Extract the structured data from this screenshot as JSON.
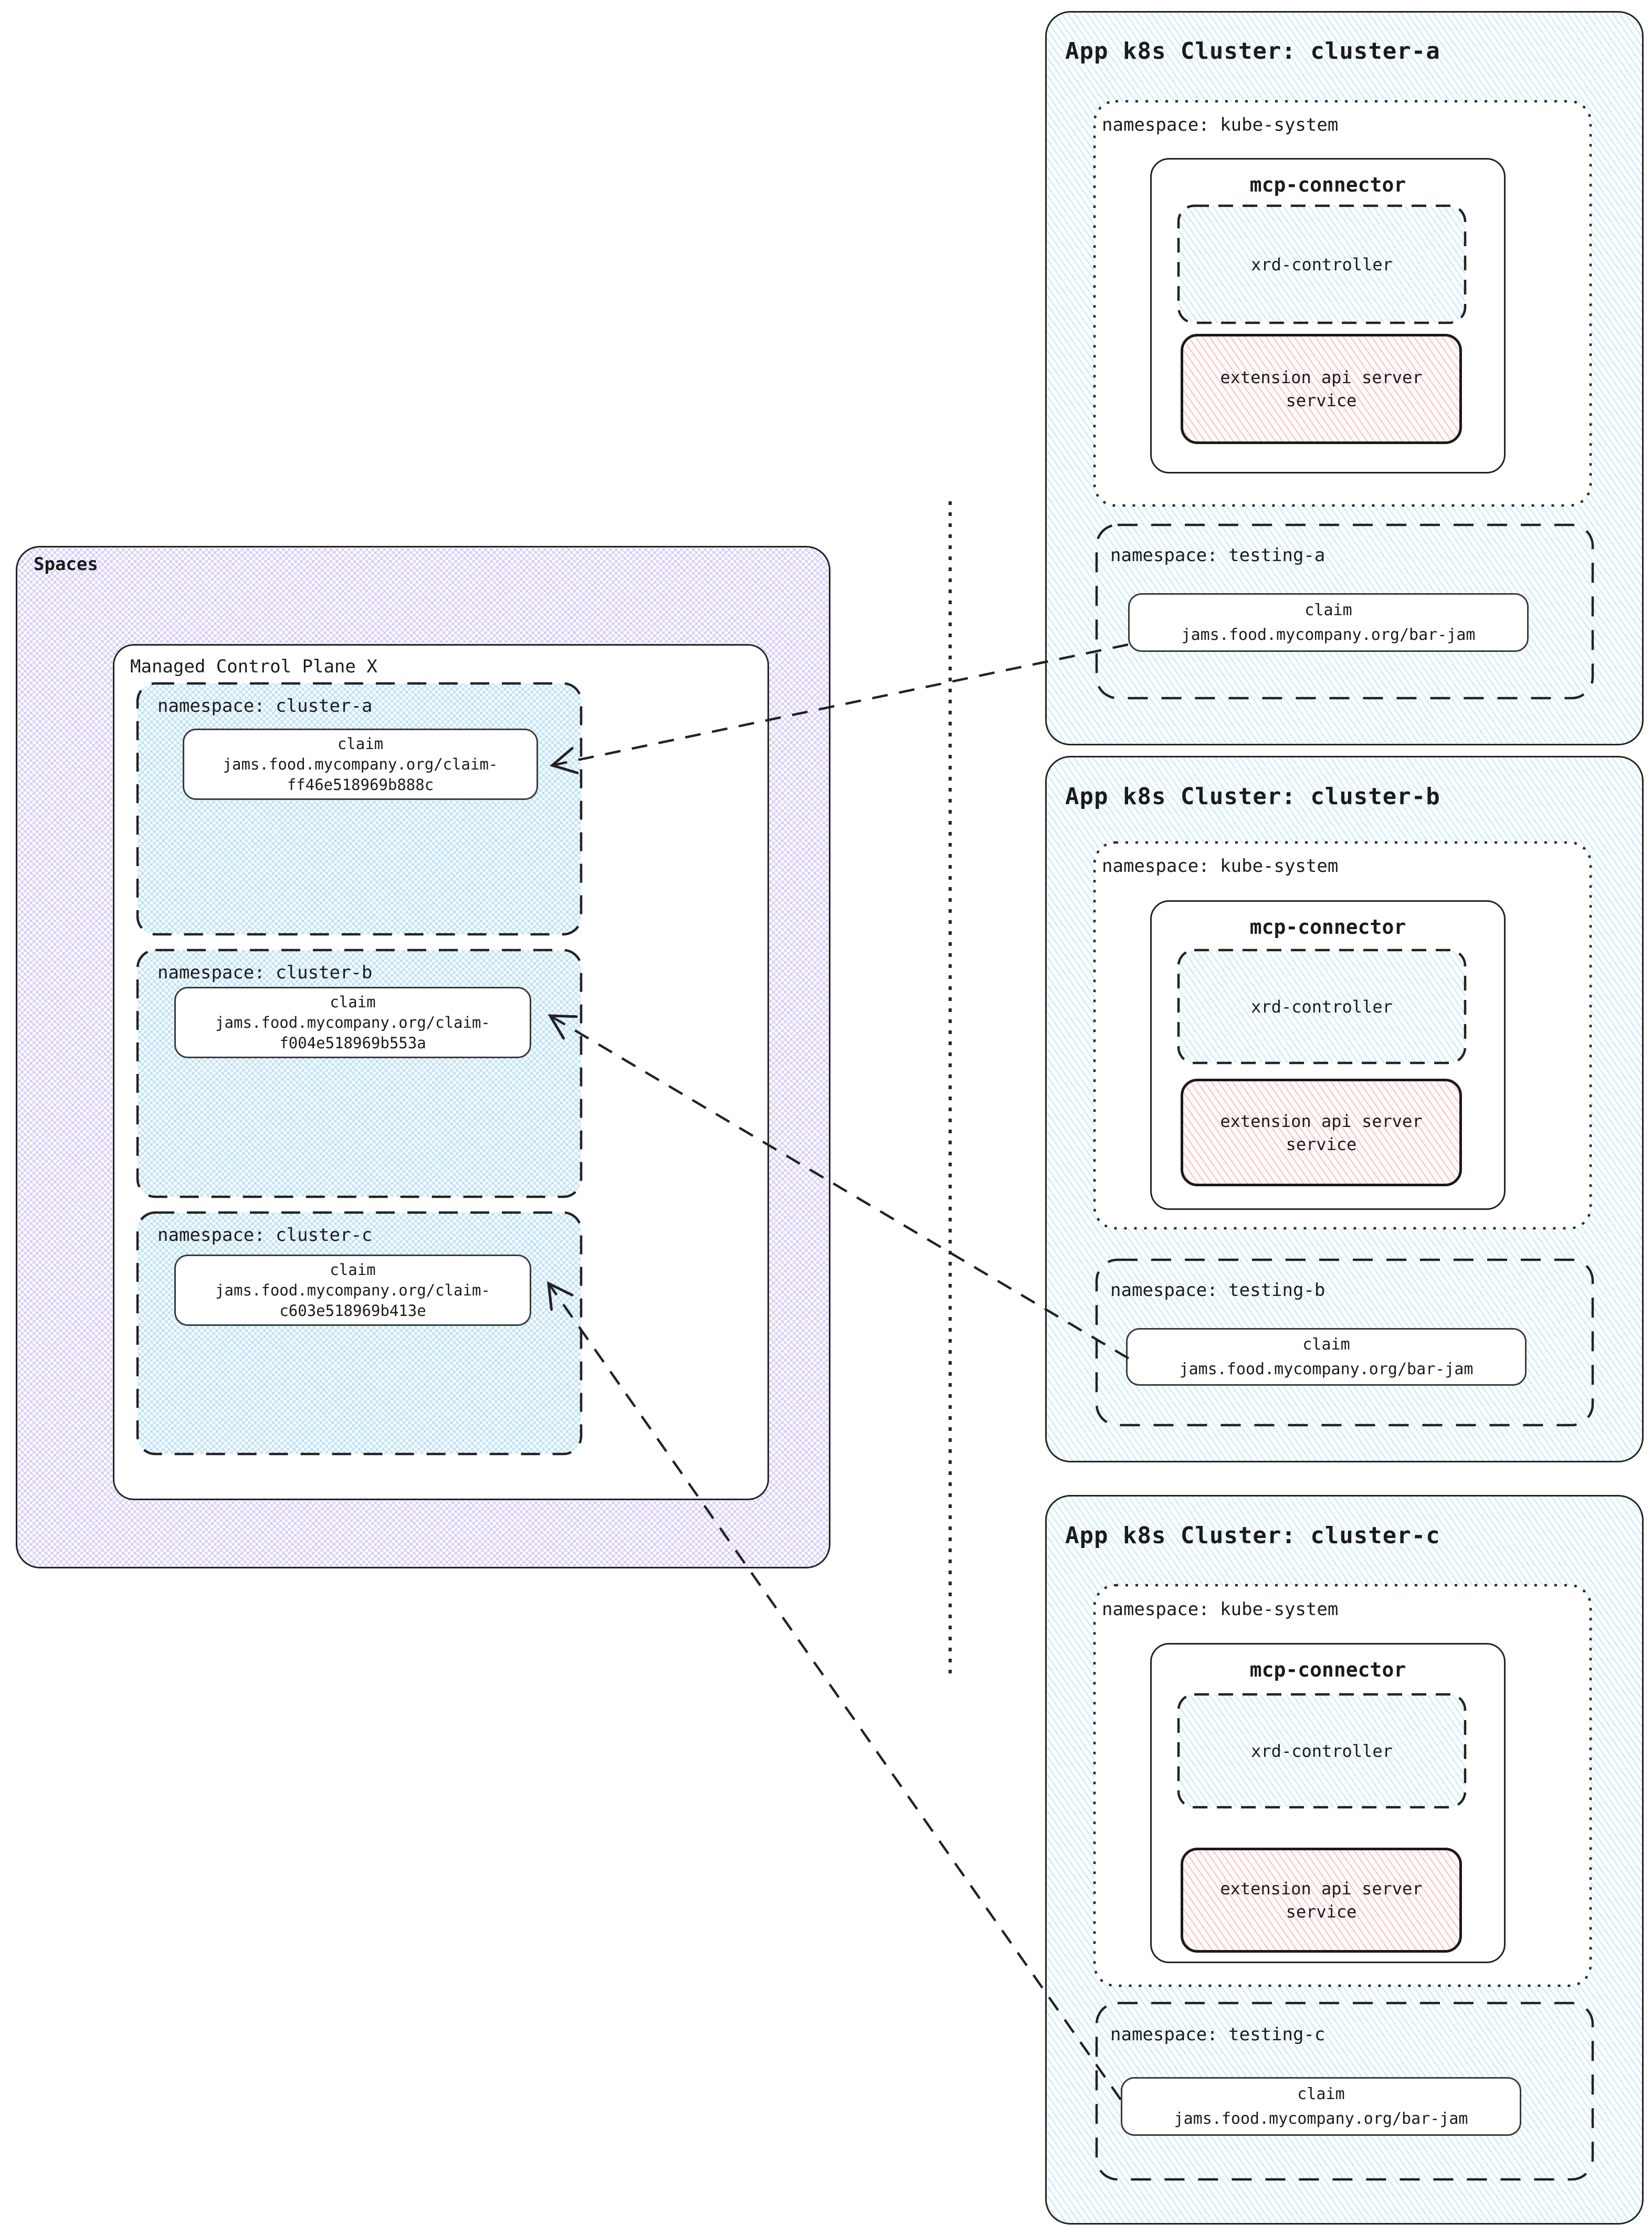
{
  "spaces": {
    "label": "Spaces",
    "control_plane": {
      "label": "Managed Control Plane X",
      "namespaces": [
        {
          "label": "namespace: cluster-a",
          "claim": {
            "title": "claim",
            "line1": "jams.food.mycompany.org/claim-",
            "line2": "ff46e518969b888c"
          }
        },
        {
          "label": "namespace: cluster-b",
          "claim": {
            "title": "claim",
            "line1": "jams.food.mycompany.org/claim-",
            "line2": "f004e518969b553a"
          }
        },
        {
          "label": "namespace: cluster-c",
          "claim": {
            "title": "claim",
            "line1": "jams.food.mycompany.org/claim-",
            "line2": "c603e518969b413e"
          }
        }
      ]
    }
  },
  "clusters": [
    {
      "title": "App k8s Cluster: cluster-a",
      "kube_namespace": {
        "label": "namespace: kube-system",
        "mcp_connector": {
          "title": "mcp-connector",
          "xrd_controller": "xrd-controller",
          "extension_api": {
            "line1": "extension api server",
            "line2": "service"
          }
        }
      },
      "testing_namespace": {
        "label": "namespace: testing-a",
        "claim": {
          "title": "claim",
          "line1": "jams.food.mycompany.org/bar-jam"
        }
      }
    },
    {
      "title": "App k8s Cluster: cluster-b",
      "kube_namespace": {
        "label": "namespace: kube-system",
        "mcp_connector": {
          "title": "mcp-connector",
          "xrd_controller": "xrd-controller",
          "extension_api": {
            "line1": "extension api server",
            "line2": "service"
          }
        }
      },
      "testing_namespace": {
        "label": "namespace: testing-b",
        "claim": {
          "title": "claim",
          "line1": "jams.food.mycompany.org/bar-jam"
        }
      }
    },
    {
      "title": "App k8s Cluster: cluster-c",
      "kube_namespace": {
        "label": "namespace: kube-system",
        "mcp_connector": {
          "title": "mcp-connector",
          "xrd_controller": "xrd-controller",
          "extension_api": {
            "line1": "extension api server",
            "line2": "service"
          }
        }
      },
      "testing_namespace": {
        "label": "namespace: testing-c",
        "claim": {
          "title": "claim",
          "line1": "jams.food.mycompany.org/bar-jam"
        }
      }
    }
  ],
  "colors": {
    "border": "#222222",
    "spaces_hatch": "#9780ec",
    "namespace_hatch": "#6ebce6",
    "cluster_hatch": "#78c6e9",
    "extension_hatch": "#e98080",
    "text": "#1b1b1b"
  }
}
